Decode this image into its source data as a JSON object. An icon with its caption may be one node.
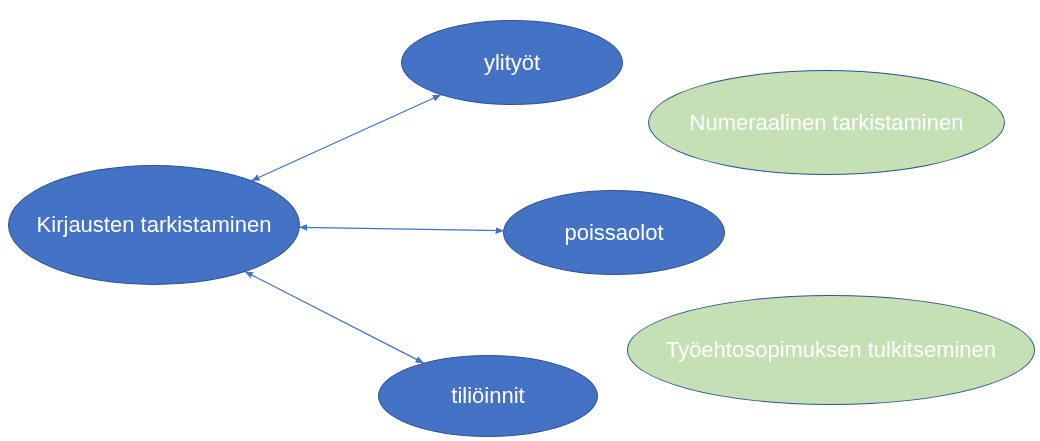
{
  "diagram": {
    "nodes": [
      {
        "text": [
          "Kirjausten tarkistaminen"
        ]
      },
      {
        "text": [
          "ylityöt"
        ]
      },
      {
        "text": [
          "Numeraalinen tarkistaminen"
        ]
      },
      {
        "text": [
          "poissaolot"
        ]
      },
      {
        "text": [
          "Työehtosopimuksen tulkitseminen"
        ]
      },
      {
        "text": [
          "tiliöinnit"
        ]
      }
    ],
    "edges": [
      {
        "from": 0,
        "to": 1,
        "arrow": "both"
      },
      {
        "from": 0,
        "to": 3,
        "arrow": "both"
      },
      {
        "from": 0,
        "to": 5,
        "arrow": "both"
      }
    ]
  }
}
